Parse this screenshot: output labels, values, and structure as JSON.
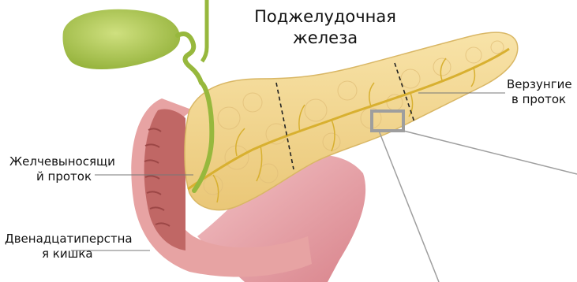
{
  "title": {
    "line1": "Поджелудочная",
    "line2": "железа"
  },
  "labels": {
    "ducts": {
      "line1": "Верзунгие",
      "line2": "в проток"
    },
    "bile_duct": {
      "line1": "Желчевыносящи",
      "line2": "й проток"
    },
    "duodenum": {
      "line1": "Двенадцатиперстна",
      "line2": "я кишка"
    }
  },
  "colors": {
    "pancreas": "#f3d690",
    "pancreas_edge": "#d9b765",
    "duct": "#d8b030",
    "gallbladder": "#a9c64a",
    "duodenum": "#d98b86",
    "duodenum_inner": "#b85c5a",
    "stomach": "#e9aab0",
    "zoom_box": "#9e9e9e"
  }
}
